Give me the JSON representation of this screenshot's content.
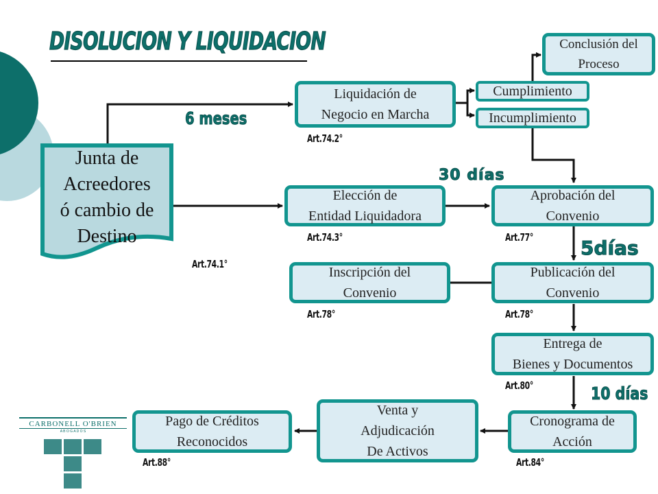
{
  "title": "DISOLUCION Y LIQUIDACION",
  "start_box": [
    "Junta de",
    "Acreedores",
    "ó cambio de",
    "Destino"
  ],
  "boxes": {
    "liquidacion": [
      "Liquidación de",
      "Negocio en Marcha"
    ],
    "cumplimiento": "Cumplimiento",
    "incumplimiento": "Incumplimiento",
    "conclusion": [
      "Conclusión del",
      "Proceso"
    ],
    "eleccion": [
      "Elección de",
      "Entidad Liquidadora"
    ],
    "aprobacion": [
      "Aprobación del",
      "Convenio"
    ],
    "inscripcion": [
      "Inscripción del",
      "Convenio"
    ],
    "publicacion": [
      "Publicación del",
      "Convenio"
    ],
    "entrega": [
      "Entrega de",
      "Bienes y Documentos"
    ],
    "cronograma": [
      "Cronograma de",
      "Acción"
    ],
    "venta": [
      "Venta y",
      "Adjudicación",
      "De Activos"
    ],
    "pago": [
      "Pago de Créditos",
      "Reconocidos"
    ]
  },
  "durations": {
    "seis_meses": "6 meses",
    "treinta_dias": "30 días",
    "cinco_dias": "5días",
    "diez_dias": "10 días"
  },
  "articles": {
    "art_74_1": "Art.74.1°",
    "art_74_2": "Art.74.2°",
    "art_74_3": "Art.74.3°",
    "art_77": "Art.77°",
    "art_78_inscripcion": "Art.78°",
    "art_78_publicacion": "Art.78°",
    "art_80": "Art.80°",
    "art_84": "Art.84°",
    "art_88": "Art.88°"
  },
  "logo": {
    "name": "CARBONELL O'BRIEN",
    "subtitle": "A B O G A D O S"
  },
  "colors": {
    "teal": "#12958f",
    "dark_teal": "#0d6f6a",
    "box_fill": "#dcecf3"
  }
}
